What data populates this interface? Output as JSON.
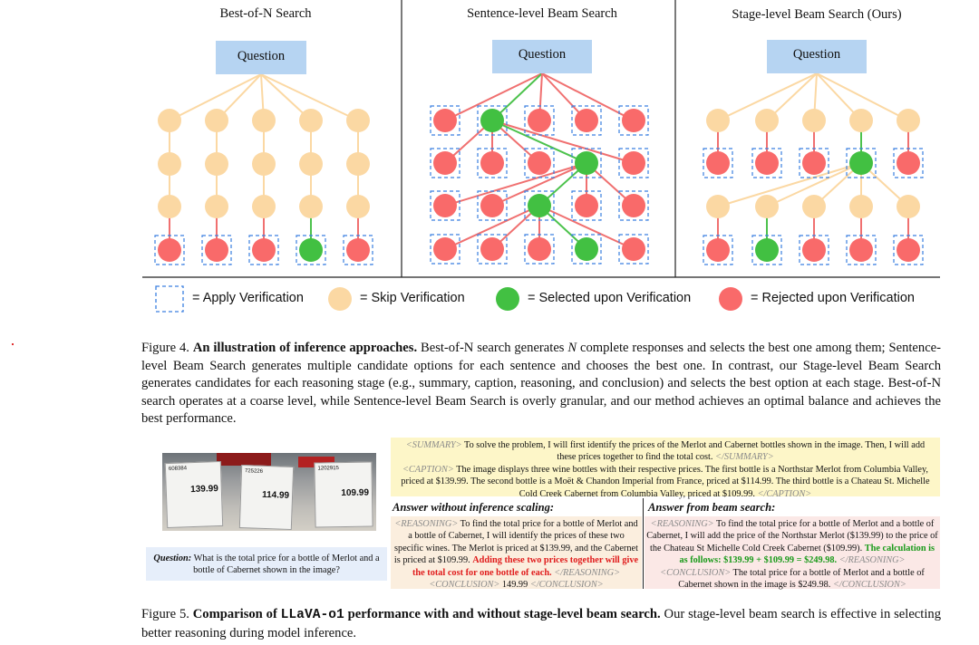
{
  "figure4": {
    "columns": [
      {
        "title": "Best-of-N Search",
        "question": "Question"
      },
      {
        "title": "Sentence-level Beam Search",
        "question": "Question"
      },
      {
        "title": "Stage-level Beam Search (Ours)",
        "question": "Question"
      }
    ],
    "legend": {
      "apply": "= Apply Verification",
      "skip": "= Skip Verification",
      "selected": "= Selected upon Verification",
      "rejected": "= Rejected upon Verification"
    },
    "colors": {
      "skip": "#fbd8a3",
      "selected": "#42c042",
      "rejected": "#f96a6a",
      "question_box": "#b6d4f2",
      "verify_box": "#3a7fe0"
    },
    "caption": {
      "label": "Figure 4.",
      "bold": "An illustration of inference approaches.",
      "text_a": "Best-of-N search generates",
      "n_symbol": "N",
      "text_b": "complete responses and selects the best one among them; Sentence-level Beam Search generates multiple candidate options for each sentence and chooses the best one. In contrast, our Stage-level Beam Search generates candidates for each reasoning stage (e.g., summary, caption, reasoning, and conclusion) and selects the best option at each stage. Best-of-N search operates at a coarse level, while Sentence-level Beam Search is overly granular, and our method achieves an optimal balance and achieves the best performance."
    }
  },
  "figure5": {
    "image_tags": [
      {
        "sku": "608384",
        "price": "139.99"
      },
      {
        "sku": "725226",
        "price": "114.99"
      },
      {
        "sku": "1202915",
        "price": "109.99"
      }
    ],
    "question_label": "Question:",
    "question_text": "What is the total price for a bottle of Merlot and a bottle of Cabernet shown in the image?",
    "summary_open": "<SUMMARY>",
    "summary_text": "To solve the problem, I will first identify the prices of the Merlot and Cabernet bottles shown in the image. Then, I will add these prices together to find the total cost.",
    "summary_close": "</SUMMARY>",
    "caption_open": "<CAPTION>",
    "caption_text": "The image displays three wine bottles with their respective prices. The first bottle is a Northstar Merlot from Columbia Valley, priced at $139.99. The second bottle is a Moët & Chandon Imperial from France, priced at $114.99. The third bottle is a Chateau St. Michelle Cold Creek Cabernet from Columbia Valley, priced at $109.99.",
    "caption_close": "</CAPTION>",
    "left_title": "Answer without inference scaling:",
    "left_reasoning_open": "<REASONING>",
    "left_reasoning": "To find the total price for a bottle of Merlot and a bottle of Cabernet, I will identify the prices of these two specific wines. The Merlot is priced at $139.99, and the Cabernet is priced at $109.99.",
    "left_reasoning_red": "Adding these two prices together will give the total cost for one bottle of each.",
    "left_reasoning_close": "</REASONING>",
    "left_conclusion_open": "<CONCLUSION>",
    "left_conclusion": "149.99",
    "left_conclusion_close": "</CONCLUSION>",
    "right_title": "Answer from beam search:",
    "right_reasoning_open": "<REASONING>",
    "right_reasoning": "To find the total price for a bottle of Merlot and a bottle of Cabernet, I will add the price of the Northstar Merlot ($139.99) to the price of the Chateau St Michelle Cold Creek Cabernet ($109.99).",
    "right_reasoning_green": "The calculation is as follows: $139.99 + $109.99 = $249.98.",
    "right_reasoning_close": "</REASONING>",
    "right_conclusion_open": "<CONCLUSION>",
    "right_conclusion": "The total price for a bottle of Merlot and a bottle of Cabernet shown in the image is $249.98.",
    "right_conclusion_close": "</CONCLUSION>",
    "caption": {
      "label": "Figure 5.",
      "bold_a": "Comparison of",
      "bold_mono": "LLaVA-o1",
      "bold_b": "performance with and without stage-level beam search.",
      "text": "Our stage-level beam search is effective in selecting better reasoning during model inference."
    }
  }
}
